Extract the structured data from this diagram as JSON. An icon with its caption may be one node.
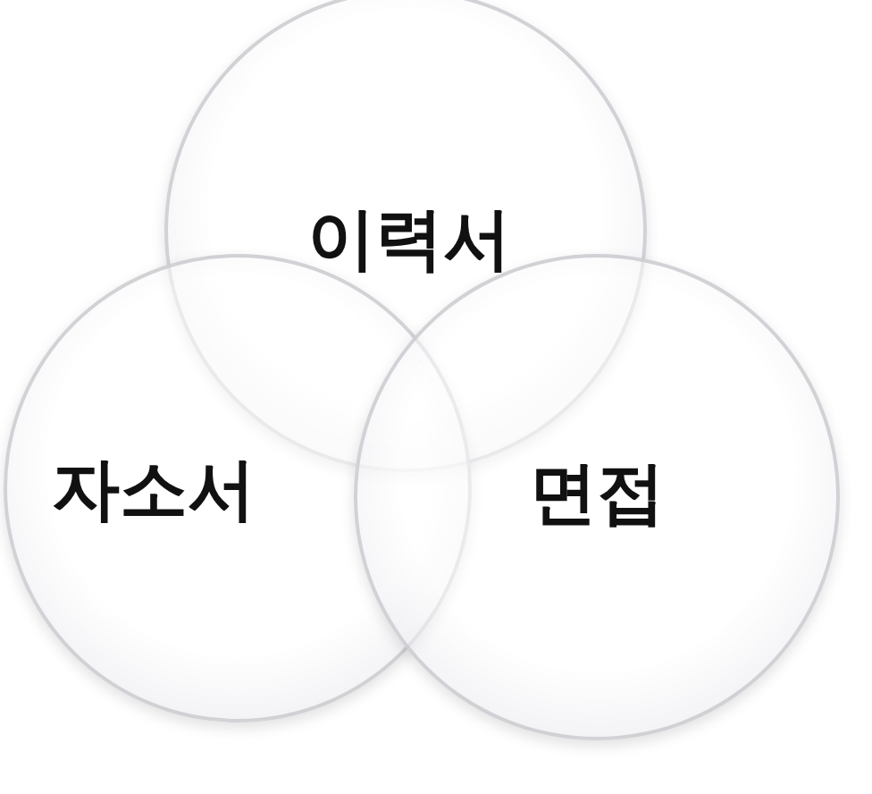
{
  "diagram": {
    "nodes": [
      {
        "text": [
          "이력서"
        ]
      },
      {
        "text": [
          "자소서"
        ]
      },
      {
        "text": [
          "면접"
        ]
      }
    ]
  }
}
